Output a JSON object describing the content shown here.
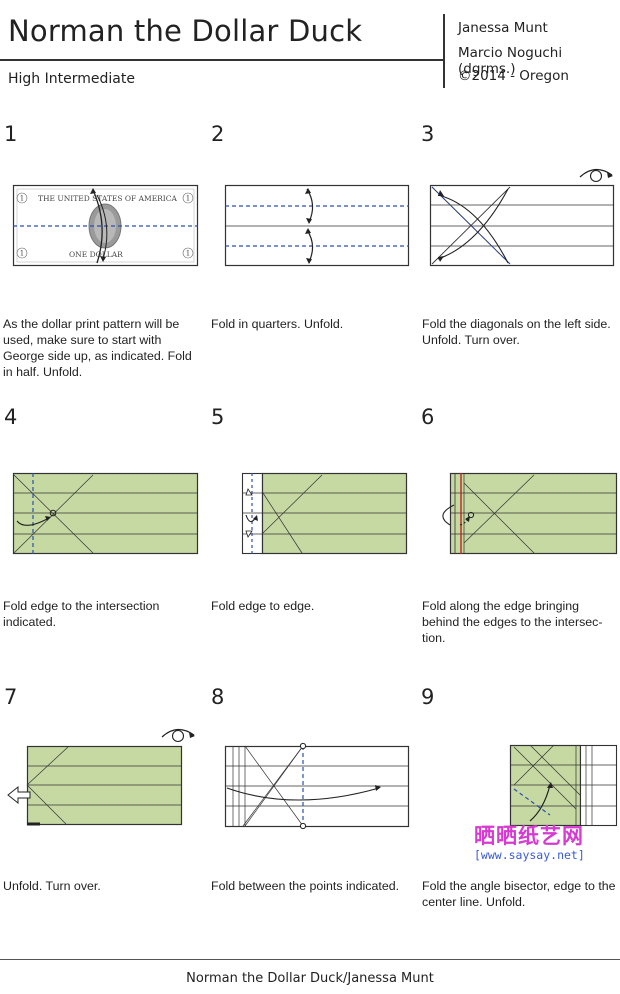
{
  "header": {
    "title": "Norman the Dollar Duck",
    "level": "High Intermediate",
    "credits": [
      "Janessa Munt",
      "Marcio Noguchi (dgrms.)",
      "©2014 - Oregon"
    ]
  },
  "bill_text": {
    "top": "THE UNITED STATES OF AMERICA",
    "bottom": "ONE DOLLAR",
    "corner": "1"
  },
  "steps": [
    {
      "number": "1",
      "caption": "As the dollar print pattern will be used, make sure to start with George side up, as indicated. Fold in half. Unfold."
    },
    {
      "number": "2",
      "caption": "Fold in quarters. Unfold."
    },
    {
      "number": "3",
      "caption": "Fold the diagonals on the left side. Unfold. Turn over."
    },
    {
      "number": "4",
      "caption": "Fold edge to the intersection indicated."
    },
    {
      "number": "5",
      "caption": "Fold edge to edge."
    },
    {
      "number": "6",
      "caption": "Fold along the edge bringing behind the edges to the intersec-tion."
    },
    {
      "number": "7",
      "caption": "Unfold. Turn over."
    },
    {
      "number": "8",
      "caption": "Fold between the points indicated."
    },
    {
      "number": "9",
      "caption": "Fold the angle bisector, edge to the center line. Unfold."
    }
  ],
  "footer": "Norman the Dollar Duck/Janessa Munt",
  "watermark": {
    "top": "晒晒纸艺网",
    "bottom": "[www.saysay.net]"
  },
  "colors": {
    "paper_green": "#c6d9a3",
    "valley_blue": "#2b4fae",
    "mountain_red": "#c0221c",
    "line": "#333333"
  }
}
